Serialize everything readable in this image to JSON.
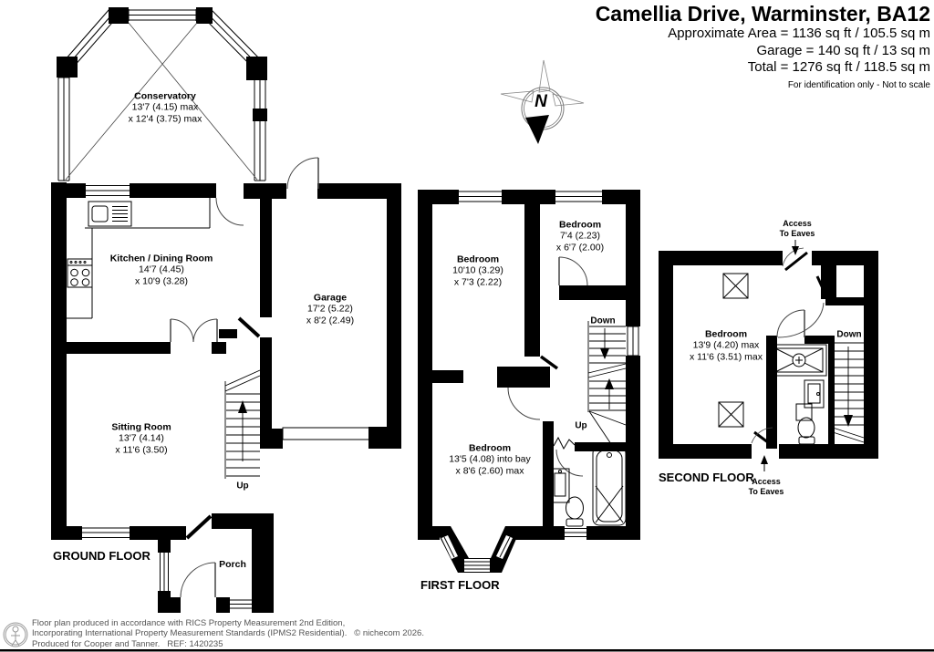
{
  "header": {
    "title": "Camellia Drive, Warminster, BA12",
    "area_line1": "Approximate Area = 1136 sq ft / 105.5 sq m",
    "area_line2": "Garage = 140 sq ft / 13 sq m",
    "area_line3": "Total = 1276 sq ft / 118.5 sq m",
    "note": "For identification only - Not to scale"
  },
  "compass": {
    "north": "N"
  },
  "ground": {
    "label": "GROUND FLOOR",
    "up": "Up",
    "conservatory": {
      "name": "Conservatory",
      "d1": "13'7 (4.15) max",
      "d2": "x 12'4 (3.75) max"
    },
    "kitchen": {
      "name": "Kitchen / Dining Room",
      "d1": "14'7 (4.45)",
      "d2": "x 10'9 (3.28)"
    },
    "garage": {
      "name": "Garage",
      "d1": "17'2 (5.22)",
      "d2": "x 8'2 (2.49)"
    },
    "sitting": {
      "name": "Sitting Room",
      "d1": "13'7 (4.14)",
      "d2": "x 11'6 (3.50)"
    },
    "porch": {
      "name": "Porch"
    }
  },
  "first": {
    "label": "FIRST FLOOR",
    "down": "Down",
    "up": "Up",
    "bedroom_front": {
      "name": "Bedroom",
      "d1": "10'10 (3.29)",
      "d2": "x 7'3 (2.22)"
    },
    "bedroom_small": {
      "name": "Bedroom",
      "d1": "7'4 (2.23)",
      "d2": "x 6'7 (2.00)"
    },
    "bedroom_bay": {
      "name": "Bedroom",
      "d1": "13'5 (4.08) into bay",
      "d2": "x 8'6 (2.60) max"
    }
  },
  "second": {
    "label": "SECOND FLOOR",
    "down": "Down",
    "bedroom": {
      "name": "Bedroom",
      "d1": "13'9 (4.20) max",
      "d2": "x 11'6 (3.51) max"
    },
    "eaves_top": {
      "l1": "Access",
      "l2": "To Eaves"
    },
    "eaves_bottom": {
      "l1": "Access",
      "l2": "To Eaves"
    }
  },
  "footer": {
    "line1": "Floor plan produced in accordance with RICS Property Measurement 2nd Edition,",
    "line2": "Incorporating International Property Measurement Standards (IPMS2 Residential).   © nichecom 2026.",
    "line3": "Produced for Cooper and Tanner.   REF: 1420235"
  }
}
